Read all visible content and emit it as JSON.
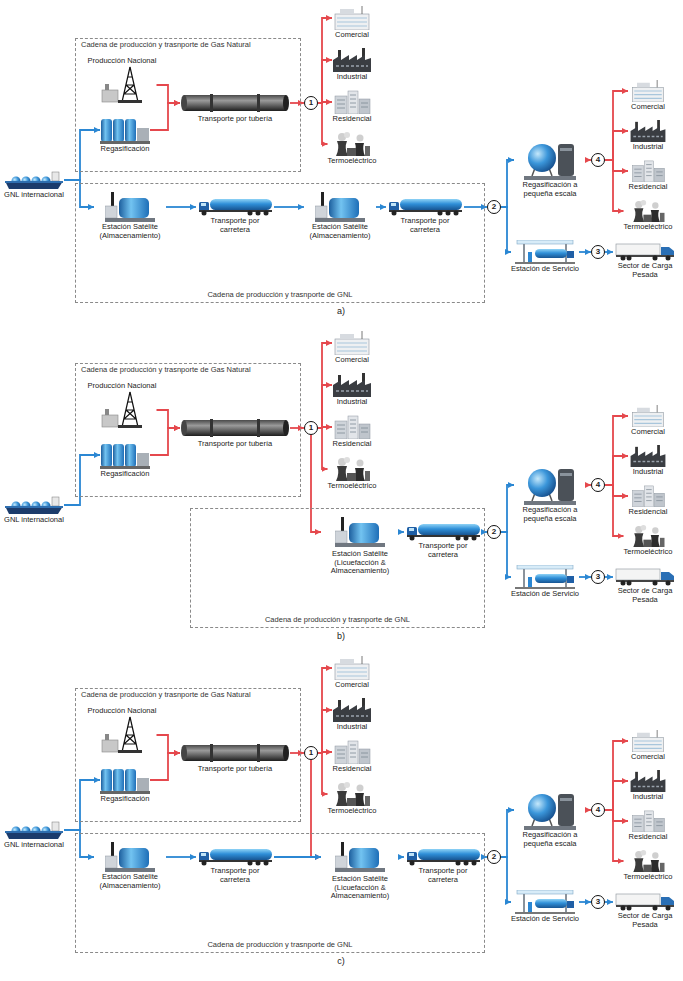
{
  "diagram": {
    "nodes": [
      {
        "text": [
          "GNL internacional"
        ]
      },
      {
        "text": [
          "Cadena de producción y trasnporte de Gas Natural"
        ]
      },
      {
        "text": [
          "Producción Nacional"
        ],
        "in": 1
      },
      {
        "text": [
          "Regasificación"
        ],
        "in": 1
      },
      {
        "text": [
          "Transporte por tubería"
        ],
        "in": 1
      },
      {
        "text": [
          "1"
        ]
      },
      {
        "text": [
          "Comercial"
        ]
      },
      {
        "text": [
          "Industrial"
        ]
      },
      {
        "text": [
          "Residencial"
        ]
      },
      {
        "text": [
          "Termoeléctrico"
        ]
      },
      {
        "text": [
          "Cadena de producción y trasnporte de GNL"
        ]
      },
      {
        "text": [
          "Estación Satélite (Almacenamiento)"
        ],
        "in": 10
      },
      {
        "text": [
          "Transporte por carretera"
        ],
        "in": 10
      },
      {
        "text": [
          "Estación Satélite (Almacenamiento)"
        ],
        "in": 10
      },
      {
        "text": [
          "Transporte por carretera"
        ],
        "in": 10
      },
      {
        "text": [
          "2"
        ]
      },
      {
        "text": [
          "Regasificación a pequeña escala"
        ]
      },
      {
        "text": [
          "4"
        ]
      },
      {
        "text": [
          "Comercial"
        ]
      },
      {
        "text": [
          "Industrial"
        ]
      },
      {
        "text": [
          "Residencial"
        ]
      },
      {
        "text": [
          "Termoeléctrico"
        ]
      },
      {
        "text": [
          "Estación de Servicio"
        ]
      },
      {
        "text": [
          "3"
        ]
      },
      {
        "text": [
          "Sector de Carga Pesada"
        ]
      },
      {
        "text": [
          "GNL internacional"
        ]
      },
      {
        "text": [
          "Cadena de producción y trasnporte de Gas Natural"
        ]
      },
      {
        "text": [
          "Producción Nacional"
        ],
        "in": 26
      },
      {
        "text": [
          "Regasificación"
        ],
        "in": 26
      },
      {
        "text": [
          "Transporte por tubería"
        ],
        "in": 26
      },
      {
        "text": [
          "1"
        ]
      },
      {
        "text": [
          "Comercial"
        ]
      },
      {
        "text": [
          "Industrial"
        ]
      },
      {
        "text": [
          "Residencial"
        ]
      },
      {
        "text": [
          "Termoeléctrico"
        ]
      },
      {
        "text": [
          "Cadena de producción y trasnporte de GNL"
        ]
      },
      {
        "text": [
          "Estación Satélite (Licuefacción & Almacenamiento)"
        ],
        "in": 35
      },
      {
        "text": [
          "Transporte por carretera"
        ],
        "in": 35
      },
      {
        "text": [
          "2"
        ]
      },
      {
        "text": [
          "Regasificación a pequeña escala"
        ]
      },
      {
        "text": [
          "4"
        ]
      },
      {
        "text": [
          "Comercial"
        ]
      },
      {
        "text": [
          "Industrial"
        ]
      },
      {
        "text": [
          "Residencial"
        ]
      },
      {
        "text": [
          "Termoeléctrico"
        ]
      },
      {
        "text": [
          "Estación de Servicio"
        ]
      },
      {
        "text": [
          "3"
        ]
      },
      {
        "text": [
          "Sector de Carga Pesada"
        ]
      },
      {
        "text": [
          "GNL internacional"
        ]
      },
      {
        "text": [
          "Cadena de producción y trasnporte de Gas Natural"
        ]
      },
      {
        "text": [
          "Producción Nacional"
        ],
        "in": 49
      },
      {
        "text": [
          "Regasificación"
        ],
        "in": 49
      },
      {
        "text": [
          "Transporte por tubería"
        ],
        "in": 49
      },
      {
        "text": [
          "1"
        ]
      },
      {
        "text": [
          "Comercial"
        ]
      },
      {
        "text": [
          "Industrial"
        ]
      },
      {
        "text": [
          "Residencial"
        ]
      },
      {
        "text": [
          "Termoeléctrico"
        ]
      },
      {
        "text": [
          "Cadena de producción y trasnporte de GNL"
        ]
      },
      {
        "text": [
          "Estación Satélite (Almacenamiento)"
        ],
        "in": 58
      },
      {
        "text": [
          "Transporte por carretera"
        ],
        "in": 58
      },
      {
        "text": [
          "Estación Satélite (Licuefacción & Almacenamiento)"
        ],
        "in": 58
      },
      {
        "text": [
          "Transporte por carretera"
        ],
        "in": 58
      },
      {
        "text": [
          "2"
        ]
      },
      {
        "text": [
          "Regasificación a pequeña escala"
        ]
      },
      {
        "text": [
          "4"
        ]
      },
      {
        "text": [
          "Comercial"
        ]
      },
      {
        "text": [
          "Industrial"
        ]
      },
      {
        "text": [
          "Residencial"
        ]
      },
      {
        "text": [
          "Termoeléctrico"
        ]
      },
      {
        "text": [
          "Estación de Servicio"
        ]
      },
      {
        "text": [
          "3"
        ]
      },
      {
        "text": [
          "Sector de Carga Pesada"
        ]
      }
    ],
    "edges": [
      {
        "from": 0,
        "to": 3,
        "arrow": "to"
      },
      {
        "from": 0,
        "to": 11,
        "arrow": "to"
      },
      {
        "from": 2,
        "to": 4,
        "arrow": "to"
      },
      {
        "from": 3,
        "to": 4,
        "arrow": "to"
      },
      {
        "from": 4,
        "to": 5,
        "arrow": "to"
      },
      {
        "from": 5,
        "to": 6,
        "arrow": "to"
      },
      {
        "from": 5,
        "to": 7,
        "arrow": "to"
      },
      {
        "from": 5,
        "to": 8,
        "arrow": "to"
      },
      {
        "from": 5,
        "to": 9,
        "arrow": "to"
      },
      {
        "from": 11,
        "to": 12,
        "arrow": "to"
      },
      {
        "from": 12,
        "to": 13,
        "arrow": "to"
      },
      {
        "from": 13,
        "to": 14,
        "arrow": "to"
      },
      {
        "from": 14,
        "to": 15,
        "arrow": "to"
      },
      {
        "from": 15,
        "to": 16,
        "arrow": "to"
      },
      {
        "from": 15,
        "to": 22,
        "arrow": "to"
      },
      {
        "from": 16,
        "to": 17,
        "arrow": "to"
      },
      {
        "from": 17,
        "to": 18,
        "arrow": "to"
      },
      {
        "from": 17,
        "to": 19,
        "arrow": "to"
      },
      {
        "from": 17,
        "to": 20,
        "arrow": "to"
      },
      {
        "from": 17,
        "to": 21,
        "arrow": "to"
      },
      {
        "from": 22,
        "to": 23,
        "arrow": "to"
      },
      {
        "from": 23,
        "to": 24,
        "arrow": "to"
      },
      {
        "from": 25,
        "to": 28,
        "arrow": "to"
      },
      {
        "from": 27,
        "to": 29,
        "arrow": "to"
      },
      {
        "from": 28,
        "to": 29,
        "arrow": "to"
      },
      {
        "from": 29,
        "to": 30,
        "arrow": "to"
      },
      {
        "from": 30,
        "to": 31,
        "arrow": "to"
      },
      {
        "from": 30,
        "to": 32,
        "arrow": "to"
      },
      {
        "from": 30,
        "to": 33,
        "arrow": "to"
      },
      {
        "from": 30,
        "to": 34,
        "arrow": "to"
      },
      {
        "from": 30,
        "to": 36,
        "arrow": "to"
      },
      {
        "from": 36,
        "to": 37,
        "arrow": "to"
      },
      {
        "from": 37,
        "to": 38,
        "arrow": "to"
      },
      {
        "from": 38,
        "to": 39,
        "arrow": "to"
      },
      {
        "from": 38,
        "to": 45,
        "arrow": "to"
      },
      {
        "from": 39,
        "to": 40,
        "arrow": "to"
      },
      {
        "from": 40,
        "to": 41,
        "arrow": "to"
      },
      {
        "from": 40,
        "to": 42,
        "arrow": "to"
      },
      {
        "from": 40,
        "to": 43,
        "arrow": "to"
      },
      {
        "from": 40,
        "to": 44,
        "arrow": "to"
      },
      {
        "from": 45,
        "to": 46,
        "arrow": "to"
      },
      {
        "from": 46,
        "to": 47,
        "arrow": "to"
      },
      {
        "from": 48,
        "to": 51,
        "arrow": "to"
      },
      {
        "from": 48,
        "to": 59,
        "arrow": "to"
      },
      {
        "from": 50,
        "to": 52,
        "arrow": "to"
      },
      {
        "from": 51,
        "to": 52,
        "arrow": "to"
      },
      {
        "from": 52,
        "to": 53,
        "arrow": "to"
      },
      {
        "from": 53,
        "to": 54,
        "arrow": "to"
      },
      {
        "from": 53,
        "to": 55,
        "arrow": "to"
      },
      {
        "from": 53,
        "to": 56,
        "arrow": "to"
      },
      {
        "from": 53,
        "to": 57,
        "arrow": "to"
      },
      {
        "from": 53,
        "to": 61,
        "arrow": "to"
      },
      {
        "from": 59,
        "to": 60,
        "arrow": "to"
      },
      {
        "from": 60,
        "to": 61,
        "arrow": "to"
      },
      {
        "from": 61,
        "to": 62,
        "arrow": "to"
      },
      {
        "from": 62,
        "to": 63,
        "arrow": "to"
      },
      {
        "from": 63,
        "to": 64,
        "arrow": "to"
      },
      {
        "from": 63,
        "to": 70,
        "arrow": "to"
      },
      {
        "from": 64,
        "to": 65,
        "arrow": "to"
      },
      {
        "from": 65,
        "to": 66,
        "arrow": "to"
      },
      {
        "from": 65,
        "to": 67,
        "arrow": "to"
      },
      {
        "from": 65,
        "to": 68,
        "arrow": "to"
      },
      {
        "from": 65,
        "to": 69,
        "arrow": "to"
      },
      {
        "from": 70,
        "to": 71,
        "arrow": "to"
      },
      {
        "from": 71,
        "to": 72,
        "arrow": "to"
      }
    ],
    "labels": [
      "a)",
      "b)",
      "c)"
    ]
  }
}
